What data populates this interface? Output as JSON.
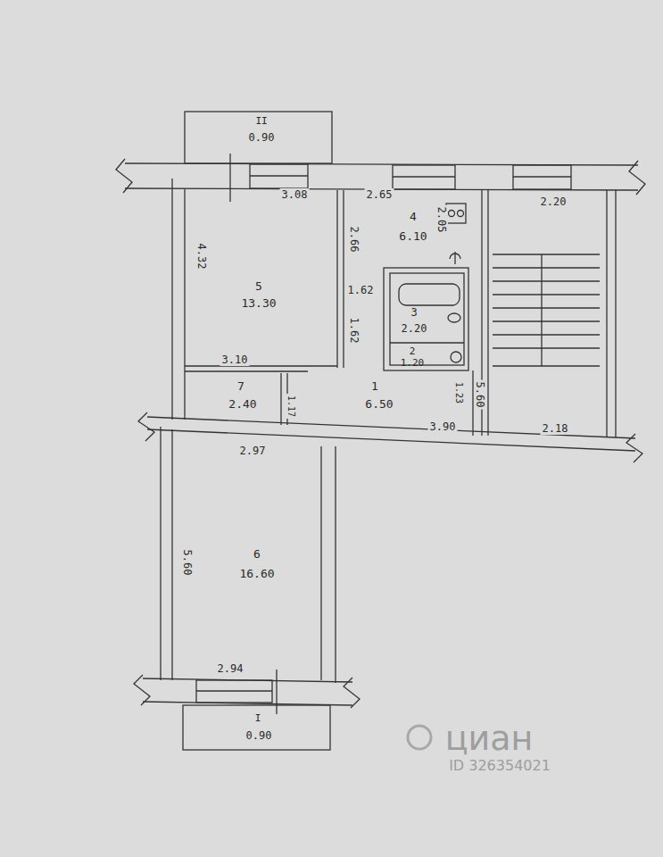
{
  "diagram": {
    "labels": [
      "II",
      "0.90",
      "3.08",
      "2.65",
      "2.20",
      "4.32",
      "2.66",
      "4",
      "6.10",
      "2.05",
      "5",
      "13.30",
      "1.62",
      "3",
      "2.20",
      "1.62",
      "2",
      "1.20",
      "3.10",
      "7",
      "2.40",
      "1.17",
      "1",
      "6.50",
      "1.23",
      "5.60",
      "3.90",
      "2.18",
      "2.97",
      "5.60",
      "6",
      "16.60",
      "2.94",
      "I",
      "0.90",
      "циан",
      "ID 326354021"
    ]
  }
}
